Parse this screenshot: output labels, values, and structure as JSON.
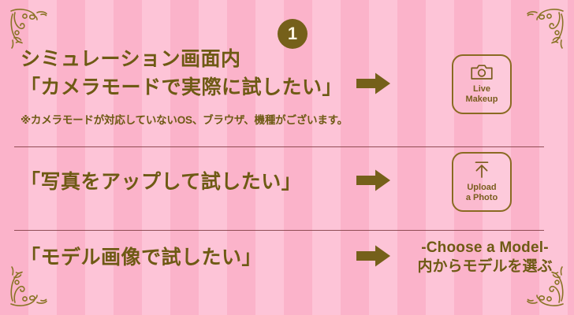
{
  "theme": {
    "stripe_dark": "#fbb3ca",
    "stripe_light": "#fdc4d7",
    "ink": "#6e5a14",
    "badge_bg": "#75601a",
    "badge_fg": "#fdf5e0",
    "button_border": "#8a6a22",
    "divider": "#7d3a3f"
  },
  "badge": {
    "number": "1",
    "icon": "circle-number-badge"
  },
  "ornaments": [
    {
      "name": "corner-ornament-top-left",
      "icon": "filigree-scroll-ornament"
    },
    {
      "name": "corner-ornament-top-right",
      "icon": "filigree-scroll-ornament"
    },
    {
      "name": "corner-ornament-bottom-left",
      "icon": "filigree-scroll-ornament"
    },
    {
      "name": "corner-ornament-bottom-right",
      "icon": "filigree-scroll-ornament"
    }
  ],
  "rows": [
    {
      "id": "live-makeup",
      "headline_line1": "シミュレーション画面内",
      "headline_line2": "「カメラモードで実際に試したい」",
      "note": "※カメラモードが対応していないOS、ブラウザ、機種がございます。",
      "arrow_icon": "right-arrow-icon",
      "action": {
        "type": "button",
        "icon": "camera-icon",
        "label": "Live\nMakeup"
      }
    },
    {
      "id": "upload-photo",
      "headline_line1": "「写真をアップして試したい」",
      "headline_line2": "",
      "note": "",
      "arrow_icon": "right-arrow-icon",
      "action": {
        "type": "button",
        "icon": "upload-arrow-icon",
        "label": "Upload\na Photo"
      }
    },
    {
      "id": "choose-model",
      "headline_line1": "「モデル画像で試したい」",
      "headline_line2": "",
      "note": "",
      "arrow_icon": "right-arrow-icon",
      "action": {
        "type": "text",
        "label_en": "-Choose a Model-",
        "label_jp": "内からモデルを選ぶ"
      }
    }
  ]
}
